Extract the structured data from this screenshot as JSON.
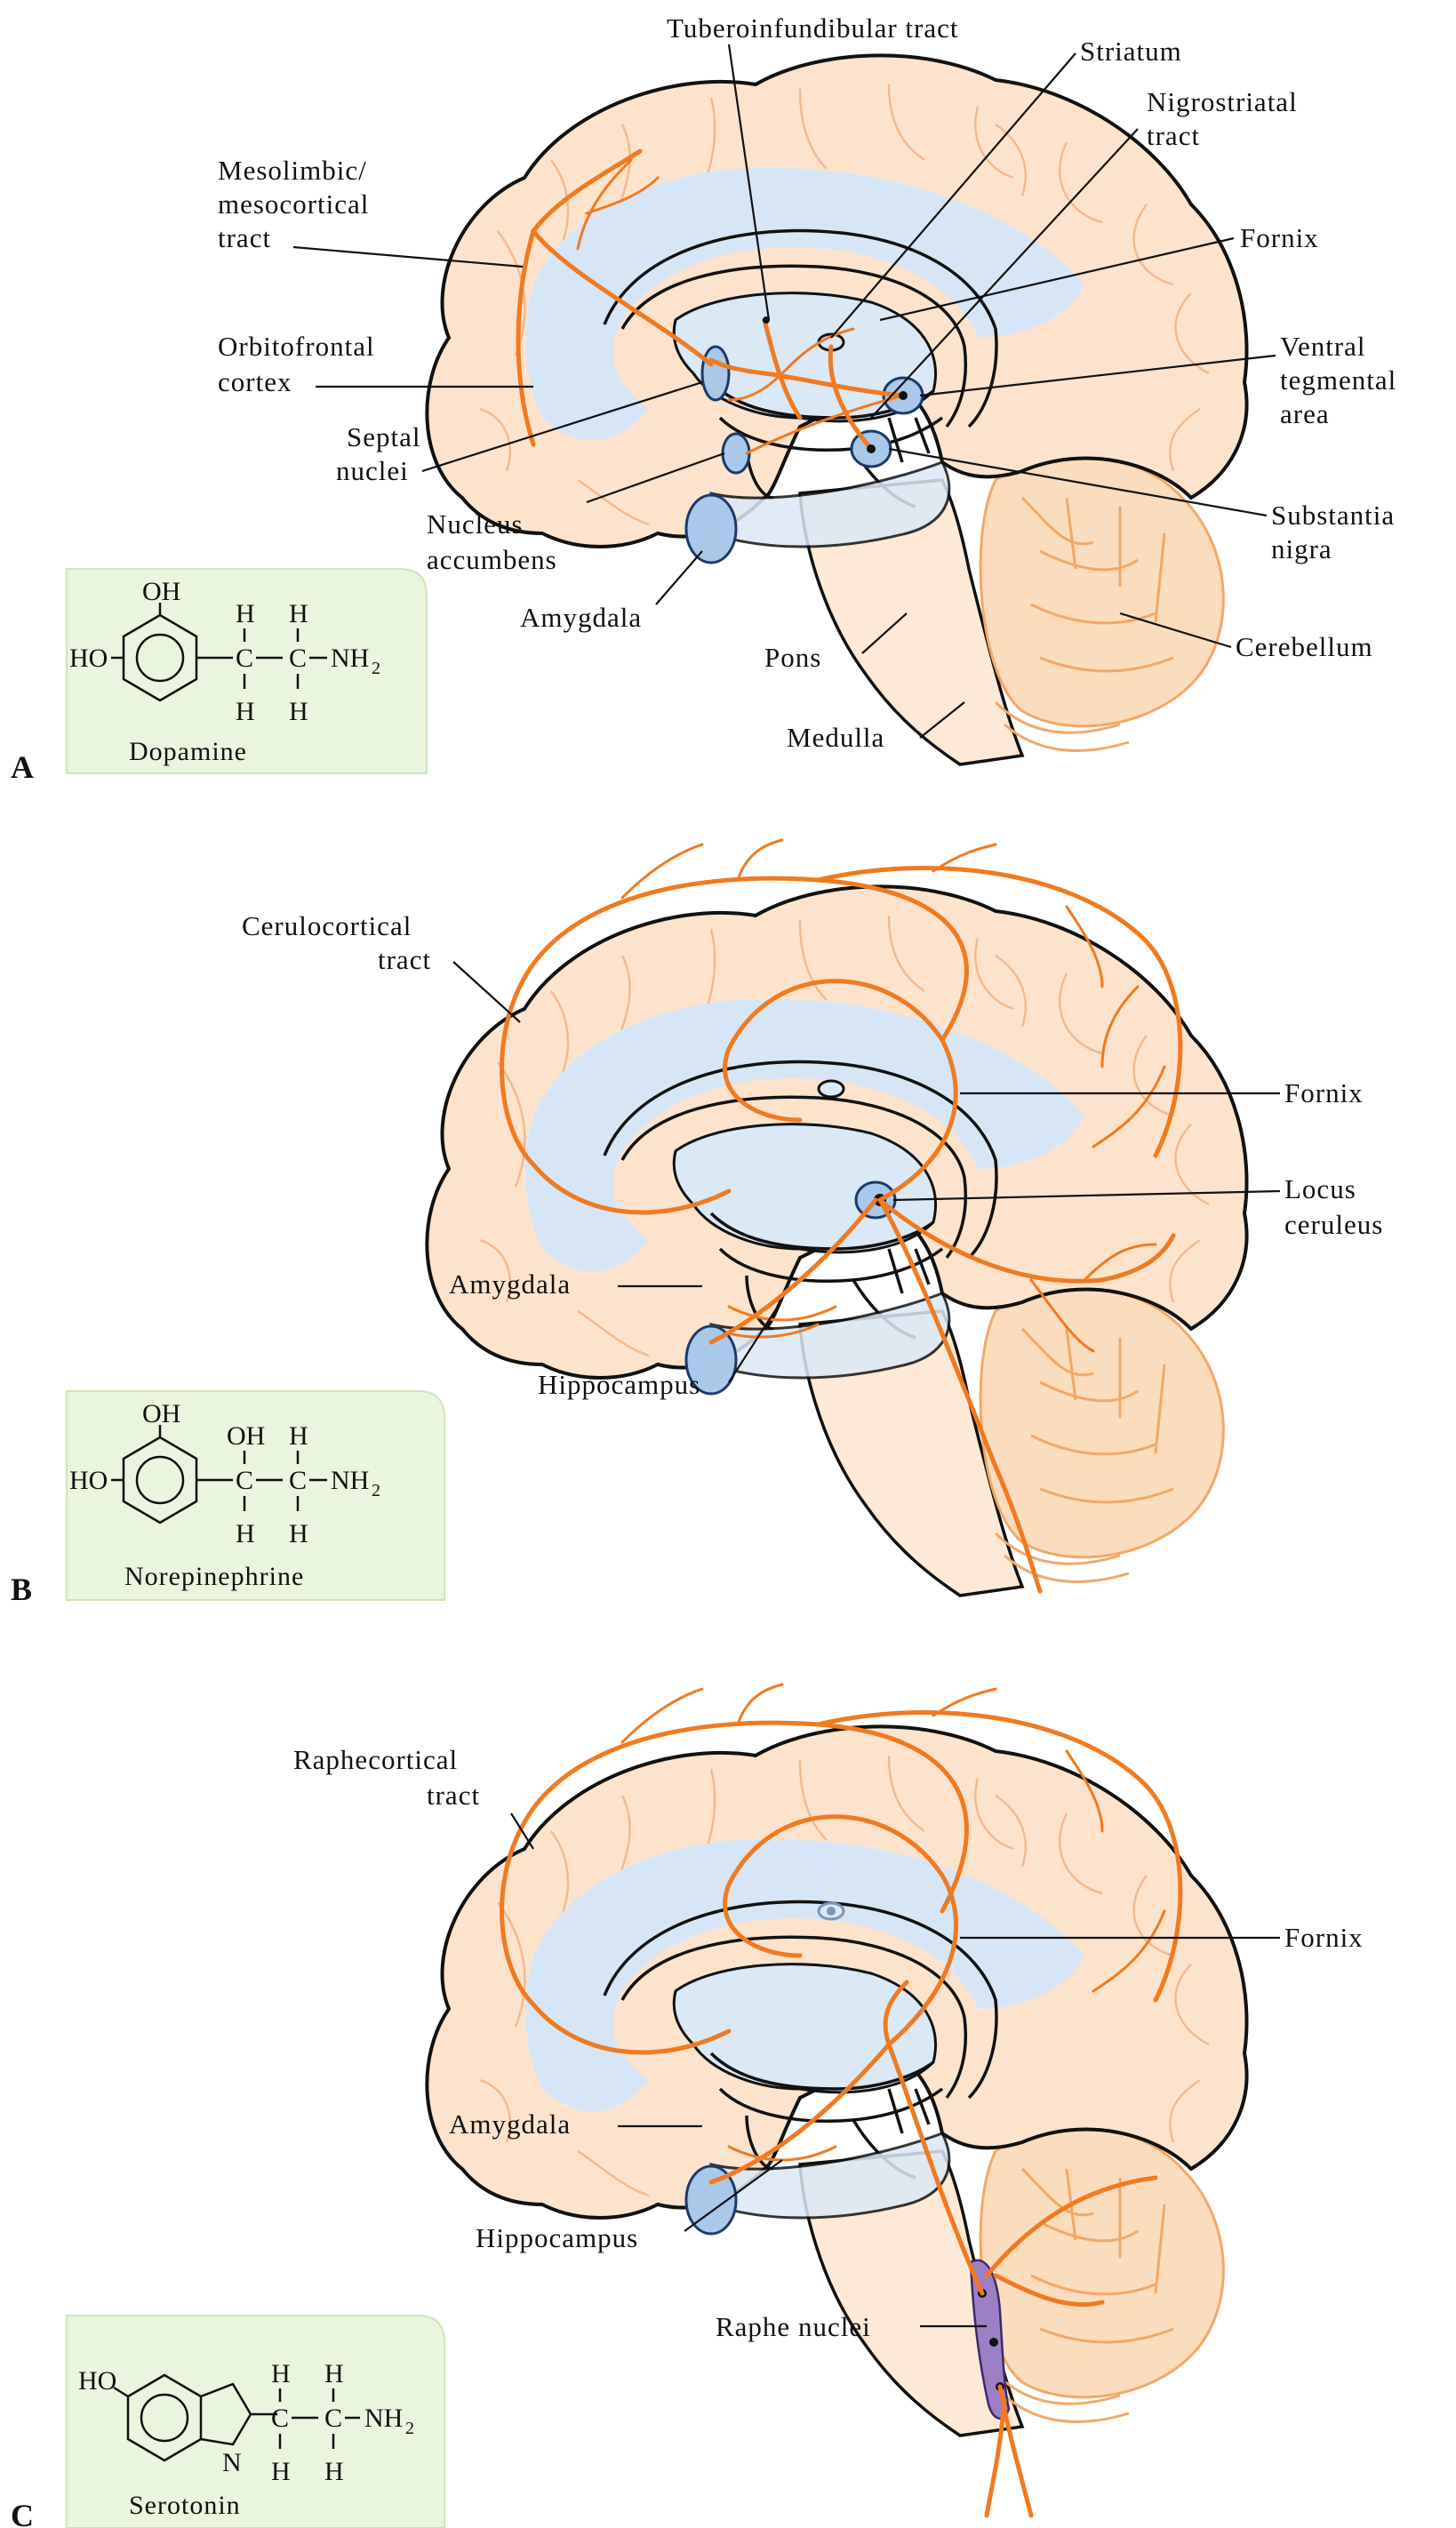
{
  "panels": [
    {
      "letter": "A",
      "chemical": {
        "name": "Dopamine",
        "groups": {
          "oh_top": "OH",
          "ho_left": "HO",
          "h_top_1": "H",
          "h_top_2": "H",
          "c1": "C",
          "c2": "C",
          "nh": "NH",
          "nh_sub": "2",
          "h_bot_1": "H",
          "h_bot_2": "H"
        }
      },
      "labels": {
        "tuberoinfundibular": "Tuberoinfundibular tract",
        "striatum": "Striatum",
        "nigrostriatal_1": "Nigrostriatal",
        "nigrostriatal_2": "tract",
        "mesolimbic_1": "Mesolimbic/",
        "mesolimbic_2": "mesocortical",
        "mesolimbic_3": "tract",
        "fornix": "Fornix",
        "orbitofrontal_1": "Orbitofrontal",
        "orbitofrontal_2": "cortex",
        "ventral_1": "Ventral",
        "ventral_2": "tegmental",
        "ventral_3": "area",
        "septal_1": "Septal",
        "septal_2": "nuclei",
        "nucleus_1": "Nucleus",
        "nucleus_2": "accumbens",
        "substantia_1": "Substantia",
        "substantia_2": "nigra",
        "amygdala": "Amygdala",
        "pons": "Pons",
        "cerebellum": "Cerebellum",
        "medulla": "Medulla"
      }
    },
    {
      "letter": "B",
      "chemical": {
        "name": "Norepinephrine",
        "groups": {
          "oh_top": "OH",
          "ho_left": "HO",
          "oh_h": "OH",
          "h_top_2": "H",
          "c1": "C",
          "c2": "C",
          "nh": "NH",
          "nh_sub": "2",
          "h_bot_1": "H",
          "h_bot_2": "H"
        }
      },
      "labels": {
        "cerulocortical_1": "Cerulocortical",
        "cerulocortical_2": "tract",
        "fornix": "Fornix",
        "locus_1": "Locus",
        "locus_2": "ceruleus",
        "amygdala": "Amygdala",
        "hippocampus": "Hippocampus"
      }
    },
    {
      "letter": "C",
      "chemical": {
        "name": "Serotonin",
        "groups": {
          "ho_left": "HO",
          "n": "N",
          "h_top_1": "H",
          "h_top_2": "H",
          "c1": "C",
          "c2": "C",
          "nh": "NH",
          "nh_sub": "2",
          "h_bot_1": "H",
          "h_bot_2": "H"
        }
      },
      "labels": {
        "raphecortical_1": "Raphecortical",
        "raphecortical_2": "tract",
        "fornix": "Fornix",
        "amygdala": "Amygdala",
        "hippocampus": "Hippocampus",
        "raphe": "Raphe nuclei"
      }
    }
  ]
}
